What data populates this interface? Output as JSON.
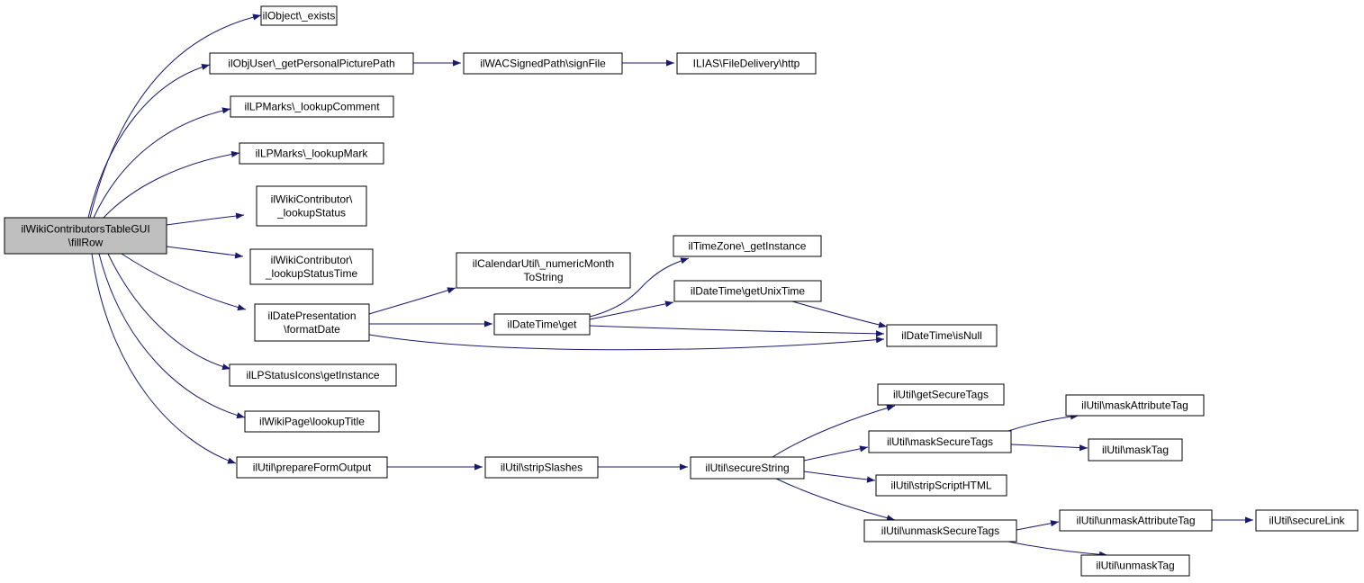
{
  "colors": {
    "edge": "#191970",
    "node_fill": "#ffffff",
    "root_fill": "#bfbfbf",
    "node_border": "#000000"
  },
  "nodes": [
    {
      "id": "root",
      "lines": [
        "ilWikiContributorsTableGUI",
        "\\fillRow"
      ],
      "root": true
    },
    {
      "id": "obj_exists",
      "lines": [
        "ilObject\\_exists"
      ]
    },
    {
      "id": "objuser_picpath",
      "lines": [
        "ilObjUser\\_getPersonalPicturePath"
      ]
    },
    {
      "id": "lpmarks_comment",
      "lines": [
        "ilLPMarks\\_lookupComment"
      ]
    },
    {
      "id": "lpmarks_mark",
      "lines": [
        "ilLPMarks\\_lookupMark"
      ]
    },
    {
      "id": "wikicontrib_status",
      "lines": [
        "ilWikiContributor\\",
        "_lookupStatus"
      ]
    },
    {
      "id": "wikicontrib_statustime",
      "lines": [
        "ilWikiContributor\\",
        "_lookupStatusTime"
      ]
    },
    {
      "id": "datepres_format",
      "lines": [
        "ilDatePresentation",
        "\\formatDate"
      ]
    },
    {
      "id": "lpstatus_icons",
      "lines": [
        "ilLPStatusIcons\\getInstance"
      ]
    },
    {
      "id": "wikipage_title",
      "lines": [
        "ilWikiPage\\lookupTitle"
      ]
    },
    {
      "id": "util_prepare",
      "lines": [
        "ilUtil\\prepareFormOutput"
      ]
    },
    {
      "id": "wac_signfile",
      "lines": [
        "ilWACSignedPath\\signFile"
      ]
    },
    {
      "id": "ilias_http",
      "lines": [
        "ILIAS\\FileDelivery\\http"
      ]
    },
    {
      "id": "cal_numeric",
      "lines": [
        "ilCalendarUtil\\_numericMonth",
        "ToString"
      ]
    },
    {
      "id": "datetime_get",
      "lines": [
        "ilDateTime\\get"
      ]
    },
    {
      "id": "timezone_inst",
      "lines": [
        "ilTimeZone\\_getInstance"
      ]
    },
    {
      "id": "datetime_unix",
      "lines": [
        "ilDateTime\\getUnixTime"
      ]
    },
    {
      "id": "datetime_isnull",
      "lines": [
        "ilDateTime\\isNull"
      ]
    },
    {
      "id": "util_strip",
      "lines": [
        "ilUtil\\stripSlashes"
      ]
    },
    {
      "id": "util_secure",
      "lines": [
        "ilUtil\\secureString"
      ]
    },
    {
      "id": "util_getsecure",
      "lines": [
        "ilUtil\\getSecureTags"
      ]
    },
    {
      "id": "util_masksecure",
      "lines": [
        "ilUtil\\maskSecureTags"
      ]
    },
    {
      "id": "util_stripscript",
      "lines": [
        "ilUtil\\stripScriptHTML"
      ]
    },
    {
      "id": "util_unmasksecure",
      "lines": [
        "ilUtil\\unmaskSecureTags"
      ]
    },
    {
      "id": "util_maskattr",
      "lines": [
        "ilUtil\\maskAttributeTag"
      ]
    },
    {
      "id": "util_masktag",
      "lines": [
        "ilUtil\\maskTag"
      ]
    },
    {
      "id": "util_unmaskattr",
      "lines": [
        "ilUtil\\unmaskAttributeTag"
      ]
    },
    {
      "id": "util_unmasktag",
      "lines": [
        "ilUtil\\unmaskTag"
      ]
    },
    {
      "id": "util_securelink",
      "lines": [
        "ilUtil\\secureLink"
      ]
    }
  ],
  "edges": [
    {
      "from": "root",
      "to": "obj_exists"
    },
    {
      "from": "root",
      "to": "objuser_picpath"
    },
    {
      "from": "root",
      "to": "lpmarks_comment"
    },
    {
      "from": "root",
      "to": "lpmarks_mark"
    },
    {
      "from": "root",
      "to": "wikicontrib_status"
    },
    {
      "from": "root",
      "to": "wikicontrib_statustime"
    },
    {
      "from": "root",
      "to": "datepres_format"
    },
    {
      "from": "root",
      "to": "lpstatus_icons"
    },
    {
      "from": "root",
      "to": "wikipage_title"
    },
    {
      "from": "root",
      "to": "util_prepare"
    },
    {
      "from": "objuser_picpath",
      "to": "wac_signfile"
    },
    {
      "from": "wac_signfile",
      "to": "ilias_http"
    },
    {
      "from": "datepres_format",
      "to": "cal_numeric"
    },
    {
      "from": "datepres_format",
      "to": "datetime_get"
    },
    {
      "from": "datepres_format",
      "to": "datetime_isnull"
    },
    {
      "from": "datetime_get",
      "to": "timezone_inst"
    },
    {
      "from": "datetime_get",
      "to": "datetime_unix"
    },
    {
      "from": "datetime_get",
      "to": "datetime_isnull"
    },
    {
      "from": "datetime_unix",
      "to": "datetime_isnull"
    },
    {
      "from": "util_prepare",
      "to": "util_strip"
    },
    {
      "from": "util_strip",
      "to": "util_secure"
    },
    {
      "from": "util_secure",
      "to": "util_getsecure"
    },
    {
      "from": "util_secure",
      "to": "util_masksecure"
    },
    {
      "from": "util_secure",
      "to": "util_stripscript"
    },
    {
      "from": "util_secure",
      "to": "util_unmasksecure"
    },
    {
      "from": "util_masksecure",
      "to": "util_maskattr"
    },
    {
      "from": "util_masksecure",
      "to": "util_masktag"
    },
    {
      "from": "util_unmasksecure",
      "to": "util_unmaskattr"
    },
    {
      "from": "util_unmasksecure",
      "to": "util_unmasktag"
    },
    {
      "from": "util_unmaskattr",
      "to": "util_securelink"
    }
  ]
}
